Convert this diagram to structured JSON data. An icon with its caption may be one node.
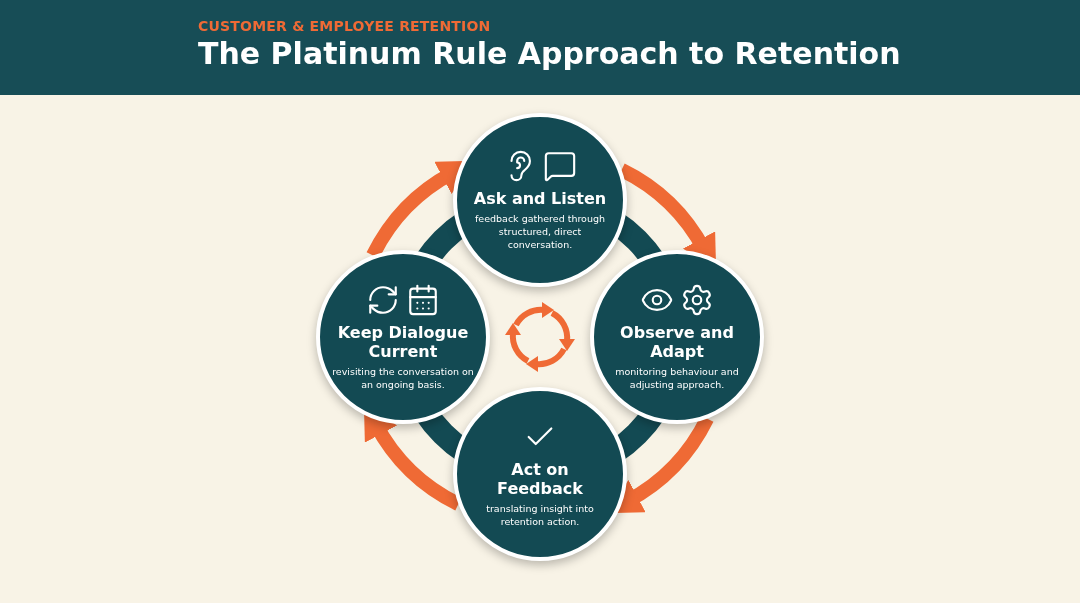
{
  "diagram": {
    "title": "The Platinum Rule Approach to Retention",
    "nodes": [
      {
        "text": [
          "Ask and Listen",
          "feedback gathered through structured, direct conversation."
        ]
      },
      {
        "text": [
          "Keep Dialogue Current",
          "revisiting the conversation on an ongoing basis."
        ]
      },
      {
        "text": [
          "Observe and Adapt",
          "monitoring behaviour and adjusting approach."
        ]
      },
      {
        "text": [
          "Act on Feedback",
          "translating insight into retention action."
        ]
      }
    ],
    "edges": [
      {
        "from": 0,
        "to": 2,
        "arrow": "to"
      },
      {
        "from": 2,
        "to": 3,
        "arrow": "to"
      },
      {
        "from": 3,
        "to": 1,
        "arrow": "to"
      },
      {
        "from": 1,
        "to": 0,
        "arrow": "to"
      }
    ],
    "labels": [
      "CUSTOMER & EMPLOYEE RETENTION"
    ]
  }
}
